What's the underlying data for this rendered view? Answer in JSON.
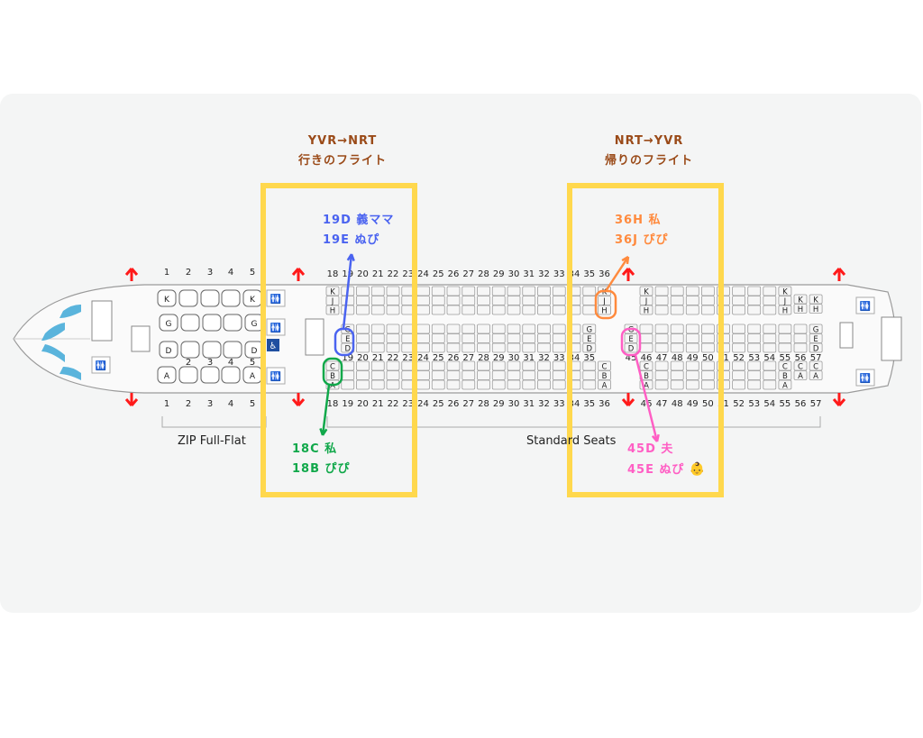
{
  "colors": {
    "highlight_box": "#ffd84d",
    "outbound": "#9a4a18",
    "blue": "#4a63f0",
    "green": "#10a84a",
    "orange": "#ff8a3d",
    "pink": "#ff5ec4",
    "exit": "#ff1a1a"
  },
  "outbound": {
    "route": "YVR→NRT",
    "title": "行きのフライト",
    "notes": [
      {
        "text": "19D 義ママ",
        "color": "blue"
      },
      {
        "text": "19E ぬぴ",
        "color": "blue"
      },
      {
        "text": "18C 私",
        "color": "green"
      },
      {
        "text": "18B ぴぴ",
        "color": "green"
      }
    ]
  },
  "inbound": {
    "route": "NRT→YVR",
    "title": "帰りのフライト",
    "notes": [
      {
        "text": "36H 私",
        "color": "orange"
      },
      {
        "text": "36J ぴぴ",
        "color": "orange"
      },
      {
        "text": "45D 夫",
        "color": "pink"
      },
      {
        "text": "45E ぬぴ",
        "color": "pink",
        "emoji": "👶"
      }
    ]
  },
  "sections": {
    "business": "ZIP Full-Flat",
    "standard": "Standard Seats"
  },
  "seatmap": {
    "business_rows": [
      "1",
      "2",
      "3",
      "4",
      "5"
    ],
    "business_middle_rows": [
      "2",
      "3",
      "4",
      "5"
    ],
    "business_letters": {
      "top": "K",
      "mid_top": "G",
      "mid_bottom": "D",
      "bottom": "A"
    },
    "standard_top_numbers": [
      "18",
      "19",
      "20",
      "21",
      "22",
      "23",
      "24",
      "25",
      "26",
      "27",
      "28",
      "29",
      "30",
      "31",
      "32",
      "33",
      "34",
      "35",
      "36"
    ],
    "standard_mid_numbers": [
      "19",
      "20",
      "21",
      "22",
      "23",
      "24",
      "25",
      "26",
      "27",
      "28",
      "29",
      "30",
      "31",
      "32",
      "33",
      "34",
      "35",
      "45",
      "46",
      "47",
      "48",
      "49",
      "50",
      "51",
      "52",
      "53",
      "54",
      "55",
      "56",
      "57"
    ],
    "standard_bottom_numbers": [
      "18",
      "19",
      "20",
      "21",
      "22",
      "23",
      "24",
      "25",
      "26",
      "27",
      "28",
      "29",
      "30",
      "31",
      "32",
      "33",
      "34",
      "35",
      "36",
      "46",
      "47",
      "48",
      "49",
      "50",
      "51",
      "52",
      "53",
      "54",
      "55",
      "56",
      "57"
    ],
    "letters_top": [
      "K",
      "J",
      "H"
    ],
    "letters_mid": [
      "G",
      "E",
      "D"
    ],
    "letters_bottom": [
      "C",
      "B",
      "A"
    ]
  }
}
